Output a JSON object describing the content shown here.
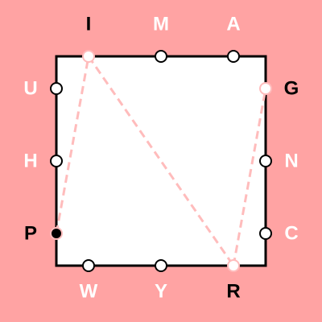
{
  "colors": {
    "background": "#ffa3a3",
    "board_fill": "#ffffff",
    "border": "#000000",
    "path": "#ffbcbc",
    "node_empty": "#ffffff",
    "node_start": "#000000",
    "letter_light": "#ffffff",
    "letter_dark": "#000000"
  },
  "letters": {
    "top": [
      "I",
      "M",
      "A"
    ],
    "right": [
      "G",
      "N",
      "C"
    ],
    "bottom": [
      "W",
      "Y",
      "R"
    ],
    "left": [
      "U",
      "H",
      "P"
    ]
  },
  "letter_styles": {
    "I": "dark",
    "M": "light",
    "A": "light",
    "G": "dark",
    "N": "light",
    "C": "light",
    "W": "light",
    "Y": "light",
    "R": "dark",
    "U": "light",
    "H": "light",
    "P": "dark"
  },
  "node_states": {
    "I": "visited",
    "M": "empty",
    "A": "empty",
    "G": "visited",
    "N": "empty",
    "C": "empty",
    "W": "empty",
    "Y": "empty",
    "R": "visited",
    "U": "empty",
    "H": "empty",
    "P": "start"
  },
  "path": [
    "P",
    "I",
    "R",
    "G"
  ]
}
